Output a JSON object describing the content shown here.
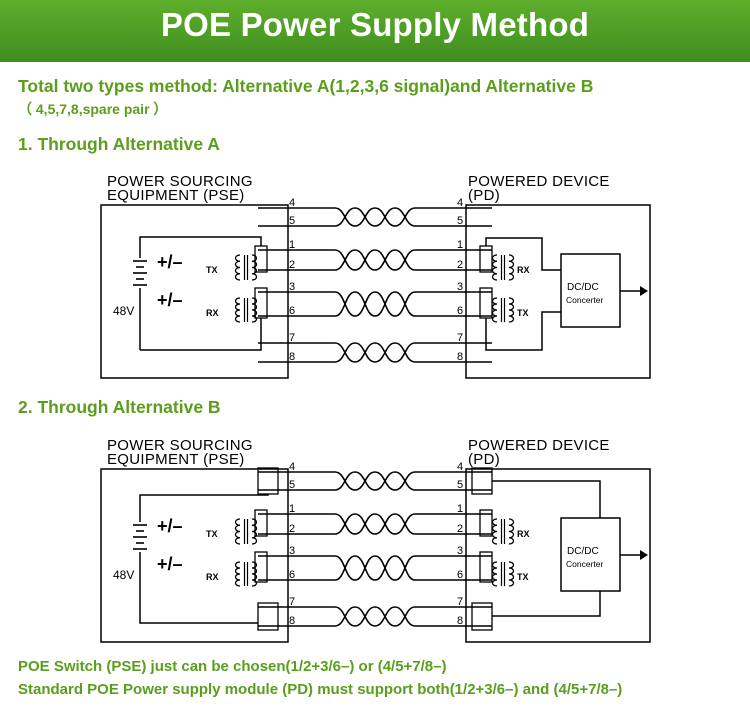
{
  "title": "POE Power Supply Method",
  "intro_line1": "Total two types method: Alternative A(1,2,3,6 signal)and Alternative B",
  "intro_line2": "（ 4,5,7,8,spare pair ）",
  "section_a": "1. Through Alternative A",
  "section_b": "2. Through Alternative B",
  "footer_line1": "POE Switch (PSE) just can be chosen(1/2+3/6–) or (4/5+7/8–)",
  "footer_line2": "Standard POE Power supply module (PD) must support both(1/2+3/6–) and (4/5+7/8–)",
  "colors": {
    "banner": "#4a9a24",
    "accent_text": "#5a9e1c",
    "lines": "#000000"
  },
  "diagram_a": {
    "pse_title_1": "POWER SOURCING",
    "pse_title_2": "EQUIPMENT (PSE)",
    "pd_title_1": "POWERED DEVICE",
    "pd_title_2": "(PD)",
    "plus_minus_1": "+/–",
    "plus_minus_2": "+/–",
    "voltage": "48V",
    "tx": "TX",
    "rx": "RX",
    "pd_rx": "RX",
    "pd_tx": "TX",
    "dcdc_1": "DC/DC",
    "dcdc_2": "Concerter",
    "pins_left": [
      "4",
      "5",
      "1",
      "2",
      "3",
      "6",
      "7",
      "8"
    ],
    "pins_right": [
      "4",
      "5",
      "1",
      "2",
      "3",
      "6",
      "7",
      "8"
    ]
  },
  "diagram_b": {
    "pse_title_1": "POWER SOURCING",
    "pse_title_2": "EQUIPMENT (PSE)",
    "pd_title_1": "POWERED DEVICE",
    "pd_title_2": "(PD)",
    "plus_minus_1": "+/–",
    "plus_minus_2": "+/–",
    "voltage": "48V",
    "tx": "TX",
    "rx": "RX",
    "pd_rx": "RX",
    "pd_tx": "TX",
    "dcdc_1": "DC/DC",
    "dcdc_2": "Concerter",
    "pins_left": [
      "4",
      "5",
      "1",
      "2",
      "3",
      "6",
      "7",
      "8"
    ],
    "pins_right": [
      "4",
      "5",
      "1",
      "2",
      "3",
      "6",
      "7",
      "8"
    ]
  }
}
